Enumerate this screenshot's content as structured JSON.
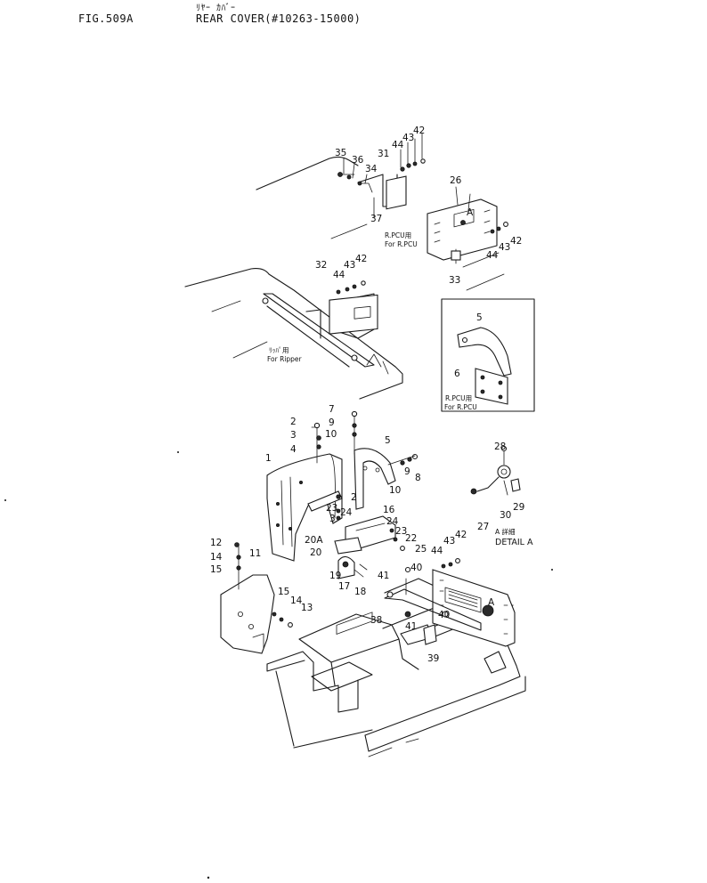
{
  "header": {
    "fig_label": "FIG.509A",
    "title_jp": "ﾘﾔｰ ｶﾊﾞｰ",
    "title": "REAR COVER(#10263-15000)"
  },
  "notes": {
    "rpcu_jp_top": "R.PCU用",
    "rpcu_en_top": "For R.PCU",
    "ripper_jp": "ﾘｯﾊﾟ用",
    "ripper_en": "For Ripper",
    "rpcu_jp_detail": "R.PCU用",
    "rpcu_en_detail": "For R.PCU",
    "detail_jp": "A 詳細",
    "detail_en": "DETAIL A",
    "marker_a_top": "A",
    "marker_a_bottom": "A"
  },
  "callouts": [
    {
      "id": "c35",
      "label": "35"
    },
    {
      "id": "c36",
      "label": "36"
    },
    {
      "id": "c34",
      "label": "34"
    },
    {
      "id": "c31",
      "label": "31"
    },
    {
      "id": "c44a",
      "label": "44"
    },
    {
      "id": "c43a",
      "label": "43"
    },
    {
      "id": "c42a",
      "label": "42"
    },
    {
      "id": "c37",
      "label": "37"
    },
    {
      "id": "c26",
      "label": "26"
    },
    {
      "id": "c42b",
      "label": "42"
    },
    {
      "id": "c43b",
      "label": "43"
    },
    {
      "id": "c44b",
      "label": "44"
    },
    {
      "id": "c33",
      "label": "33"
    },
    {
      "id": "c32",
      "label": "32"
    },
    {
      "id": "c43c",
      "label": "43"
    },
    {
      "id": "c42c",
      "label": "42"
    },
    {
      "id": "c44c",
      "label": "44"
    },
    {
      "id": "c5d",
      "label": "5"
    },
    {
      "id": "c6d",
      "label": "6"
    },
    {
      "id": "c7",
      "label": "7"
    },
    {
      "id": "c2a",
      "label": "2"
    },
    {
      "id": "c9a",
      "label": "9"
    },
    {
      "id": "c3a",
      "label": "3"
    },
    {
      "id": "c10a",
      "label": "10"
    },
    {
      "id": "c4",
      "label": "4"
    },
    {
      "id": "c5",
      "label": "5"
    },
    {
      "id": "c9b",
      "label": "9"
    },
    {
      "id": "c8",
      "label": "8"
    },
    {
      "id": "c10b",
      "label": "10"
    },
    {
      "id": "c1",
      "label": "1"
    },
    {
      "id": "c2b",
      "label": "2"
    },
    {
      "id": "c23a",
      "label": "23"
    },
    {
      "id": "c3b",
      "label": "3"
    },
    {
      "id": "c24a",
      "label": "24"
    },
    {
      "id": "c16",
      "label": "16"
    },
    {
      "id": "c24b",
      "label": "24"
    },
    {
      "id": "c23b",
      "label": "23"
    },
    {
      "id": "c22",
      "label": "22"
    },
    {
      "id": "c20A",
      "label": "20A"
    },
    {
      "id": "c20",
      "label": "20"
    },
    {
      "id": "c12",
      "label": "12"
    },
    {
      "id": "c14a",
      "label": "14"
    },
    {
      "id": "c15a",
      "label": "15"
    },
    {
      "id": "c11",
      "label": "11"
    },
    {
      "id": "c19",
      "label": "19"
    },
    {
      "id": "c17",
      "label": "17"
    },
    {
      "id": "c18",
      "label": "18"
    },
    {
      "id": "c15b",
      "label": "15"
    },
    {
      "id": "c14b",
      "label": "14"
    },
    {
      "id": "c13",
      "label": "13"
    },
    {
      "id": "c25",
      "label": "25"
    },
    {
      "id": "c44d",
      "label": "44"
    },
    {
      "id": "c43d",
      "label": "43"
    },
    {
      "id": "c42d",
      "label": "42"
    },
    {
      "id": "c40a",
      "label": "40"
    },
    {
      "id": "c41a",
      "label": "41"
    },
    {
      "id": "c40b",
      "label": "40"
    },
    {
      "id": "c38",
      "label": "38"
    },
    {
      "id": "c41b",
      "label": "41"
    },
    {
      "id": "c39",
      "label": "39"
    },
    {
      "id": "c28",
      "label": "28"
    },
    {
      "id": "c29",
      "label": "29"
    },
    {
      "id": "c30",
      "label": "30"
    },
    {
      "id": "c27",
      "label": "27"
    }
  ]
}
